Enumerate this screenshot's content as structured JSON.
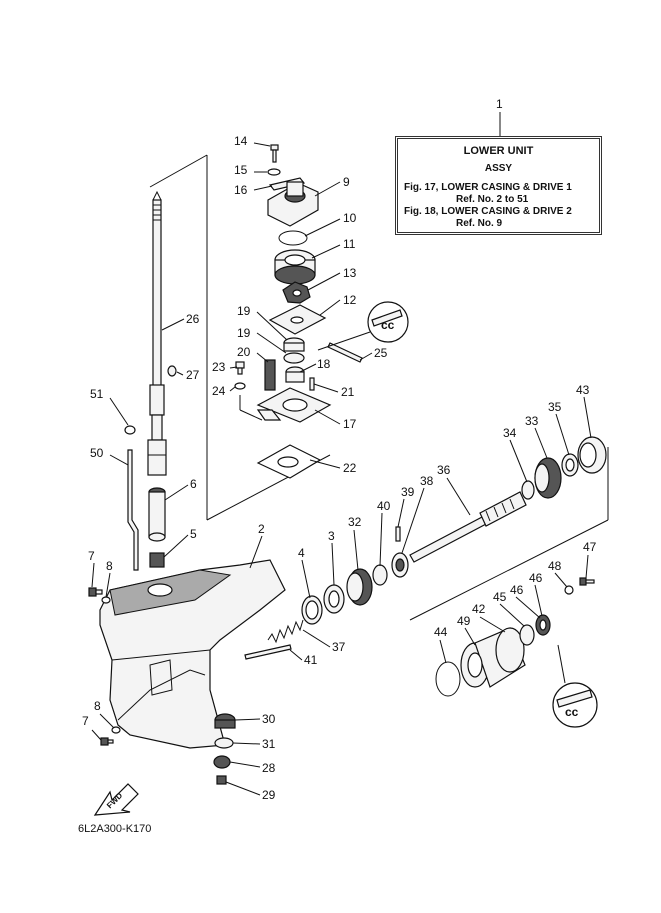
{
  "legend": {
    "ref_number": "1",
    "title_line1": "LOWER UNIT",
    "title_line2": "ASSY",
    "lines": [
      "Fig. 17, LOWER CASING & DRIVE 1",
      "Ref. No. 2 to 51",
      "Fig. 18, LOWER CASING & DRIVE 2",
      "Ref. No. 9"
    ]
  },
  "callouts": [
    {
      "id": "14",
      "label": "14"
    },
    {
      "id": "15",
      "label": "15"
    },
    {
      "id": "16",
      "label": "16"
    },
    {
      "id": "9",
      "label": "9"
    },
    {
      "id": "10",
      "label": "10"
    },
    {
      "id": "11",
      "label": "11"
    },
    {
      "id": "13",
      "label": "13"
    },
    {
      "id": "12",
      "label": "12"
    },
    {
      "id": "19a",
      "label": "19"
    },
    {
      "id": "19b",
      "label": "19"
    },
    {
      "id": "20",
      "label": "20"
    },
    {
      "id": "18",
      "label": "18"
    },
    {
      "id": "25",
      "label": "25"
    },
    {
      "id": "23",
      "label": "23"
    },
    {
      "id": "24",
      "label": "24"
    },
    {
      "id": "21",
      "label": "21"
    },
    {
      "id": "17",
      "label": "17"
    },
    {
      "id": "22",
      "label": "22"
    },
    {
      "id": "26",
      "label": "26"
    },
    {
      "id": "27",
      "label": "27"
    },
    {
      "id": "51",
      "label": "51"
    },
    {
      "id": "50",
      "label": "50"
    },
    {
      "id": "6",
      "label": "6"
    },
    {
      "id": "5",
      "label": "5"
    },
    {
      "id": "7a",
      "label": "7"
    },
    {
      "id": "8a",
      "label": "8"
    },
    {
      "id": "2",
      "label": "2"
    },
    {
      "id": "4",
      "label": "4"
    },
    {
      "id": "3",
      "label": "3"
    },
    {
      "id": "32",
      "label": "32"
    },
    {
      "id": "40",
      "label": "40"
    },
    {
      "id": "39",
      "label": "39"
    },
    {
      "id": "38",
      "label": "38"
    },
    {
      "id": "36",
      "label": "36"
    },
    {
      "id": "34",
      "label": "34"
    },
    {
      "id": "33",
      "label": "33"
    },
    {
      "id": "35",
      "label": "35"
    },
    {
      "id": "43",
      "label": "43"
    },
    {
      "id": "47",
      "label": "47"
    },
    {
      "id": "48",
      "label": "48"
    },
    {
      "id": "46a",
      "label": "46"
    },
    {
      "id": "46b",
      "label": "46"
    },
    {
      "id": "45",
      "label": "45"
    },
    {
      "id": "42",
      "label": "42"
    },
    {
      "id": "49",
      "label": "49"
    },
    {
      "id": "44",
      "label": "44"
    },
    {
      "id": "37",
      "label": "37"
    },
    {
      "id": "41",
      "label": "41"
    },
    {
      "id": "30",
      "label": "30"
    },
    {
      "id": "31",
      "label": "31"
    },
    {
      "id": "28",
      "label": "28"
    },
    {
      "id": "29",
      "label": "29"
    },
    {
      "id": "8b",
      "label": "8"
    },
    {
      "id": "7b",
      "label": "7"
    }
  ],
  "fwd_label": "FWD",
  "drawing_code": "6L2A300-K170"
}
